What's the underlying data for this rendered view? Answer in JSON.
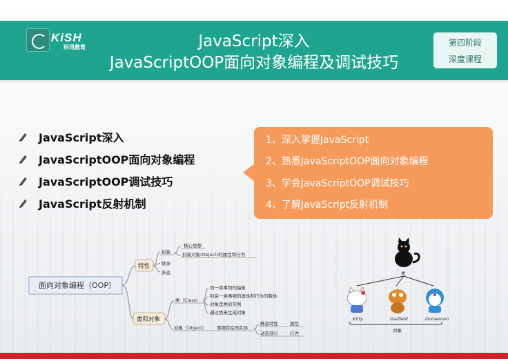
{
  "brand": {
    "logo_text": "KiSH",
    "logo_sub": "科讯教育"
  },
  "header": {
    "title_line1": "JavaScript深入",
    "title_line2": "JavaScriptOOP面向对象编程及调试技巧",
    "stage_line1": "第四阶段",
    "stage_line2": "深度课程"
  },
  "bullets": [
    "JavaScript深入",
    "JavaScriptOOP面向对象编程",
    "JavaScriptOOP调试技巧",
    "JavaScript反射机制"
  ],
  "callout": {
    "items": [
      "1、深入掌握JavaScript",
      "2、熟悉JavaScriptOOP面向对象编程",
      "3、学会JavaScriptOOP调试技巧",
      "4、了解JavaScript反射机制"
    ]
  },
  "mindmap": {
    "root": "面向对象编程（OOP）",
    "branch_traits": "特性",
    "traits": {
      "encapsulation": "封装",
      "core_idea": "核心思想",
      "encap_desc": "封装对象(Object)的属性和行为",
      "inheritance": "继承",
      "polymorphism": "多态"
    },
    "branch_class_object": "类和对象",
    "class_node": "类（Class）",
    "class_desc": [
      "同一类事物的抽象",
      "封装一类事物的属性和行为的载体",
      "对象是类的实例",
      "通过类来生成对象"
    ],
    "object_node": "对象（Object）",
    "object_desc": "事物存在的实体",
    "static_part": "静态特性",
    "dynamic_part": "动态部分",
    "attribute": "属性",
    "behavior": "行为"
  },
  "illustration": {
    "class_label": "类",
    "object_label": "对象",
    "names": [
      "Kitty",
      "Garfield",
      "Doraemon"
    ]
  }
}
